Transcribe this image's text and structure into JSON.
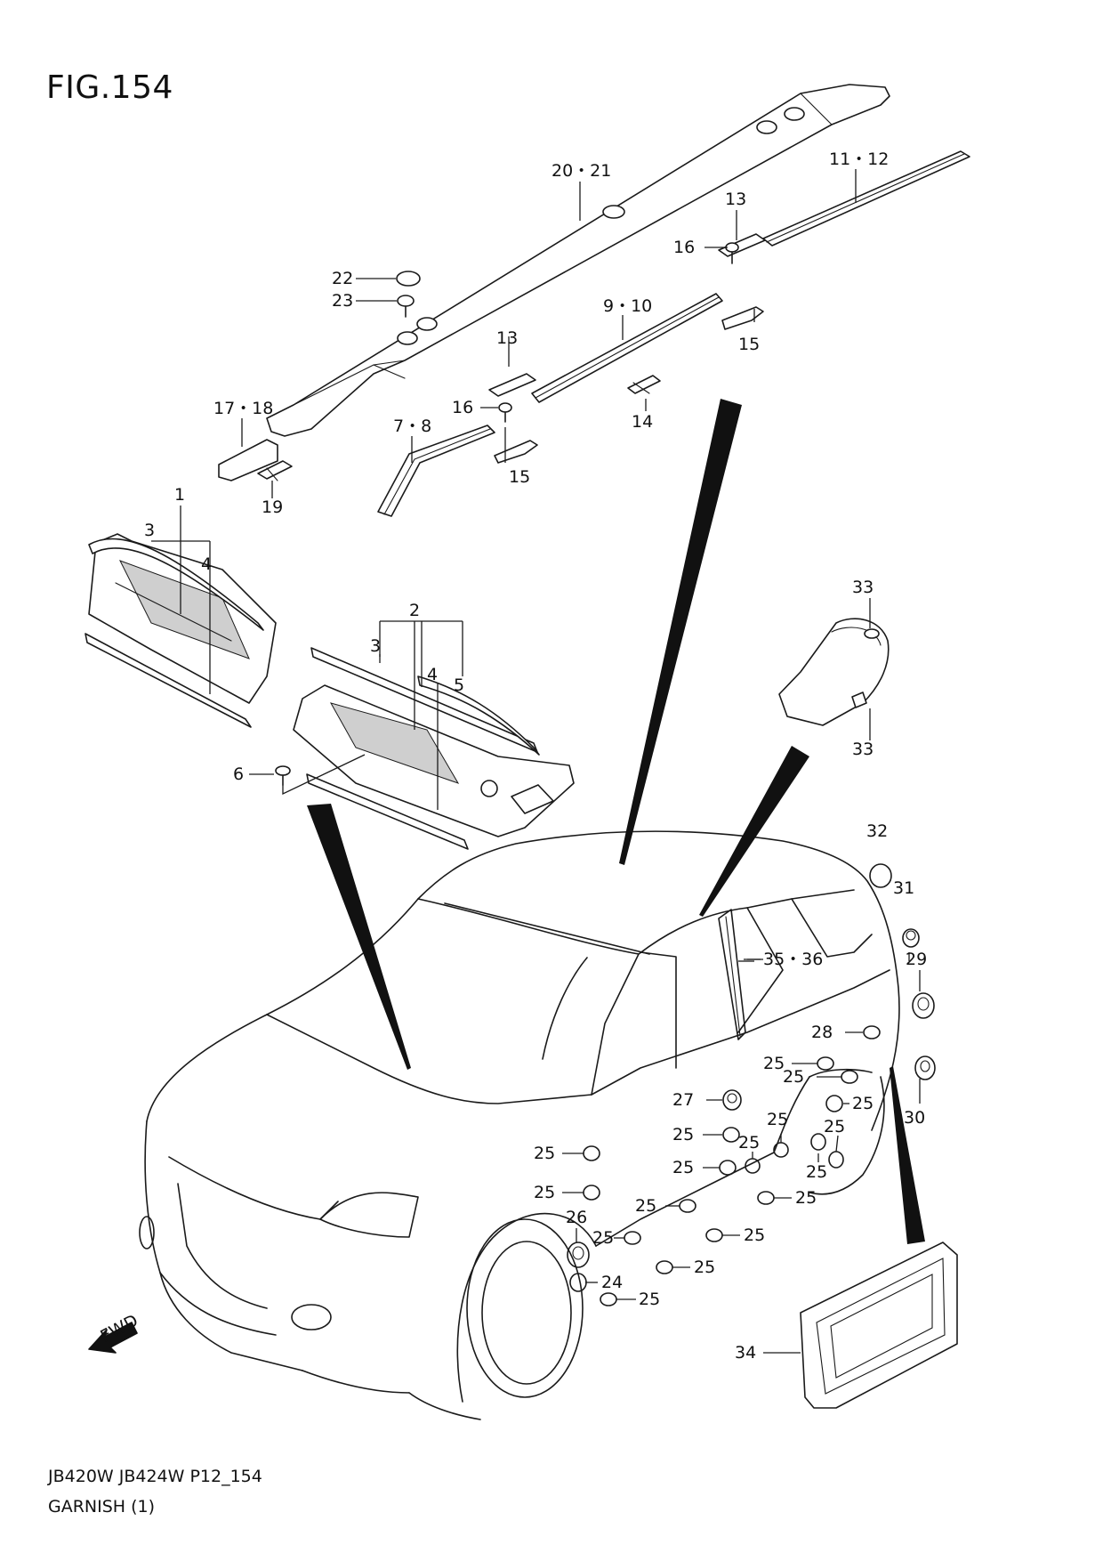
{
  "title": "FIG.154",
  "footer": {
    "model_code": "JB420W JB424W P12_154",
    "section_name": "GARNISH (1)"
  },
  "fwd_label": "FWD",
  "callouts": [
    {
      "id": "c-20-21",
      "text": "20・21"
    },
    {
      "id": "c-11-12",
      "text": "11・12"
    },
    {
      "id": "c-13a",
      "text": "13"
    },
    {
      "id": "c-16a",
      "text": "16"
    },
    {
      "id": "c-22",
      "text": "22"
    },
    {
      "id": "c-23",
      "text": "23"
    },
    {
      "id": "c-9-10",
      "text": "9・10"
    },
    {
      "id": "c-15a",
      "text": "15"
    },
    {
      "id": "c-13b",
      "text": "13"
    },
    {
      "id": "c-16b",
      "text": "16"
    },
    {
      "id": "c-17-18",
      "text": "17・18"
    },
    {
      "id": "c-7-8",
      "text": "7・8"
    },
    {
      "id": "c-14",
      "text": "14"
    },
    {
      "id": "c-15b",
      "text": "15"
    },
    {
      "id": "c-19",
      "text": "19"
    },
    {
      "id": "c-1",
      "text": "1"
    },
    {
      "id": "c-3a",
      "text": "3"
    },
    {
      "id": "c-4a",
      "text": "4"
    },
    {
      "id": "c-2",
      "text": "2"
    },
    {
      "id": "c-3b",
      "text": "3"
    },
    {
      "id": "c-4b",
      "text": "4"
    },
    {
      "id": "c-5",
      "text": "5"
    },
    {
      "id": "c-6",
      "text": "6"
    },
    {
      "id": "c-33a",
      "text": "33"
    },
    {
      "id": "c-33b",
      "text": "33"
    },
    {
      "id": "c-32",
      "text": "32"
    },
    {
      "id": "c-31",
      "text": "31"
    },
    {
      "id": "c-35-36",
      "text": "35・36"
    },
    {
      "id": "c-29",
      "text": "29"
    },
    {
      "id": "c-28",
      "text": "28"
    },
    {
      "id": "c-30",
      "text": "30"
    },
    {
      "id": "c-25a",
      "text": "25"
    },
    {
      "id": "c-25b",
      "text": "25"
    },
    {
      "id": "c-25c",
      "text": "25"
    },
    {
      "id": "c-27",
      "text": "27"
    },
    {
      "id": "c-25d",
      "text": "25"
    },
    {
      "id": "c-25e",
      "text": "25"
    },
    {
      "id": "c-25f",
      "text": "25"
    },
    {
      "id": "c-25g",
      "text": "25"
    },
    {
      "id": "c-25h",
      "text": "25"
    },
    {
      "id": "c-25i",
      "text": "25"
    },
    {
      "id": "c-25j",
      "text": "25"
    },
    {
      "id": "c-25k",
      "text": "25"
    },
    {
      "id": "c-25l",
      "text": "25"
    },
    {
      "id": "c-25m",
      "text": "25"
    },
    {
      "id": "c-26",
      "text": "26"
    },
    {
      "id": "c-25n",
      "text": "25"
    },
    {
      "id": "c-25o",
      "text": "25"
    },
    {
      "id": "c-24",
      "text": "24"
    },
    {
      "id": "c-25p",
      "text": "25"
    },
    {
      "id": "c-25q",
      "text": "25"
    },
    {
      "id": "c-34",
      "text": "34"
    }
  ]
}
